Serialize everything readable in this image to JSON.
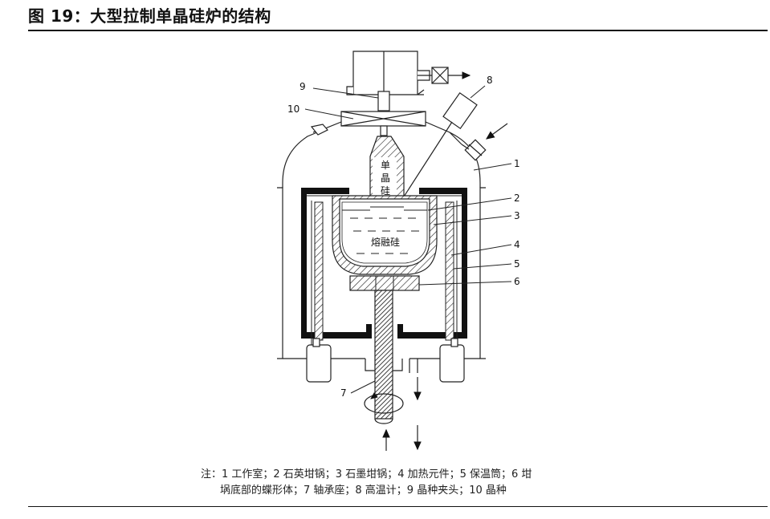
{
  "figure": {
    "title": "图 19：大型拉制单晶硅炉的结构",
    "labels": {
      "n1": "1",
      "n2": "2",
      "n3": "3",
      "n4": "4",
      "n5": "5",
      "n6": "6",
      "n7": "7",
      "n8": "8",
      "n9": "9",
      "n10": "10"
    },
    "crystal_label": [
      "单",
      "晶",
      "硅"
    ],
    "melt_label": "熔融硅"
  },
  "note": {
    "line1": "注：1 工作室；2 石英坩锅；3 石墨坩锅；4 加热元件；5 保温筒；6 坩",
    "line2": "埚底部的蝶形体；7 轴承座；8 高温计；9 晶种夹头；10 晶种"
  }
}
